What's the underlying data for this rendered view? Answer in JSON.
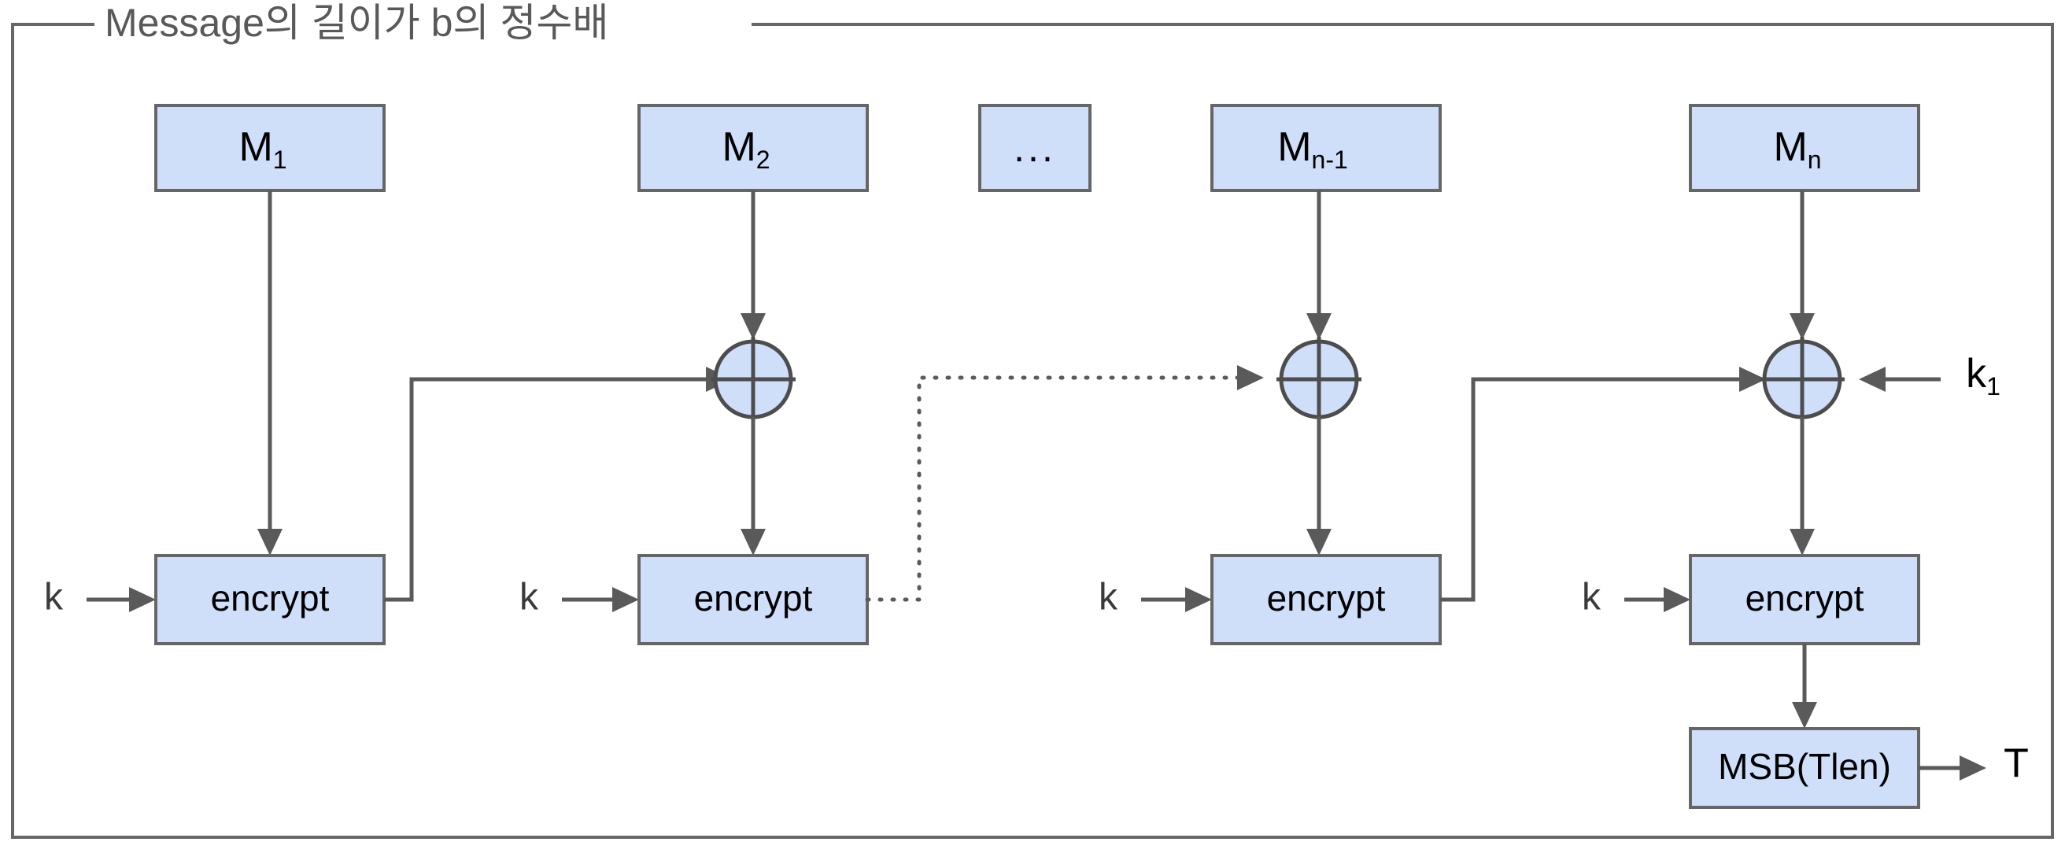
{
  "group": {
    "title": "Message의 길이가 b의 정수배",
    "border_color": "#666666"
  },
  "palette": {
    "box_fill": "#cfdffa",
    "box_stroke": "#666666",
    "line": "#5a5a5a",
    "title_text": "#595959",
    "label_text": "#000000"
  },
  "message_blocks": [
    {
      "base": "M",
      "sub": "1",
      "name": "M1"
    },
    {
      "base": "M",
      "sub": "2",
      "name": "M2"
    },
    {
      "base": "M",
      "sub": "n-1",
      "name": "Mn-1"
    },
    {
      "base": "M",
      "sub": "n",
      "name": "Mn"
    }
  ],
  "ellipsis_block": {
    "label": "..."
  },
  "stages": [
    {
      "key_label": "k",
      "encrypt_label": "encrypt"
    },
    {
      "key_label": "k",
      "encrypt_label": "encrypt"
    },
    {
      "key_label": "k",
      "encrypt_label": "encrypt"
    },
    {
      "key_label": "k",
      "encrypt_label": "encrypt"
    }
  ],
  "subkey": {
    "base": "k",
    "sub": "1"
  },
  "truncate_block": {
    "label": "MSB(Tlen)"
  },
  "output": {
    "label": "T"
  },
  "xor_nodes": [
    {
      "name": "xor-2"
    },
    {
      "name": "xor-n-1"
    },
    {
      "name": "xor-n"
    }
  ]
}
